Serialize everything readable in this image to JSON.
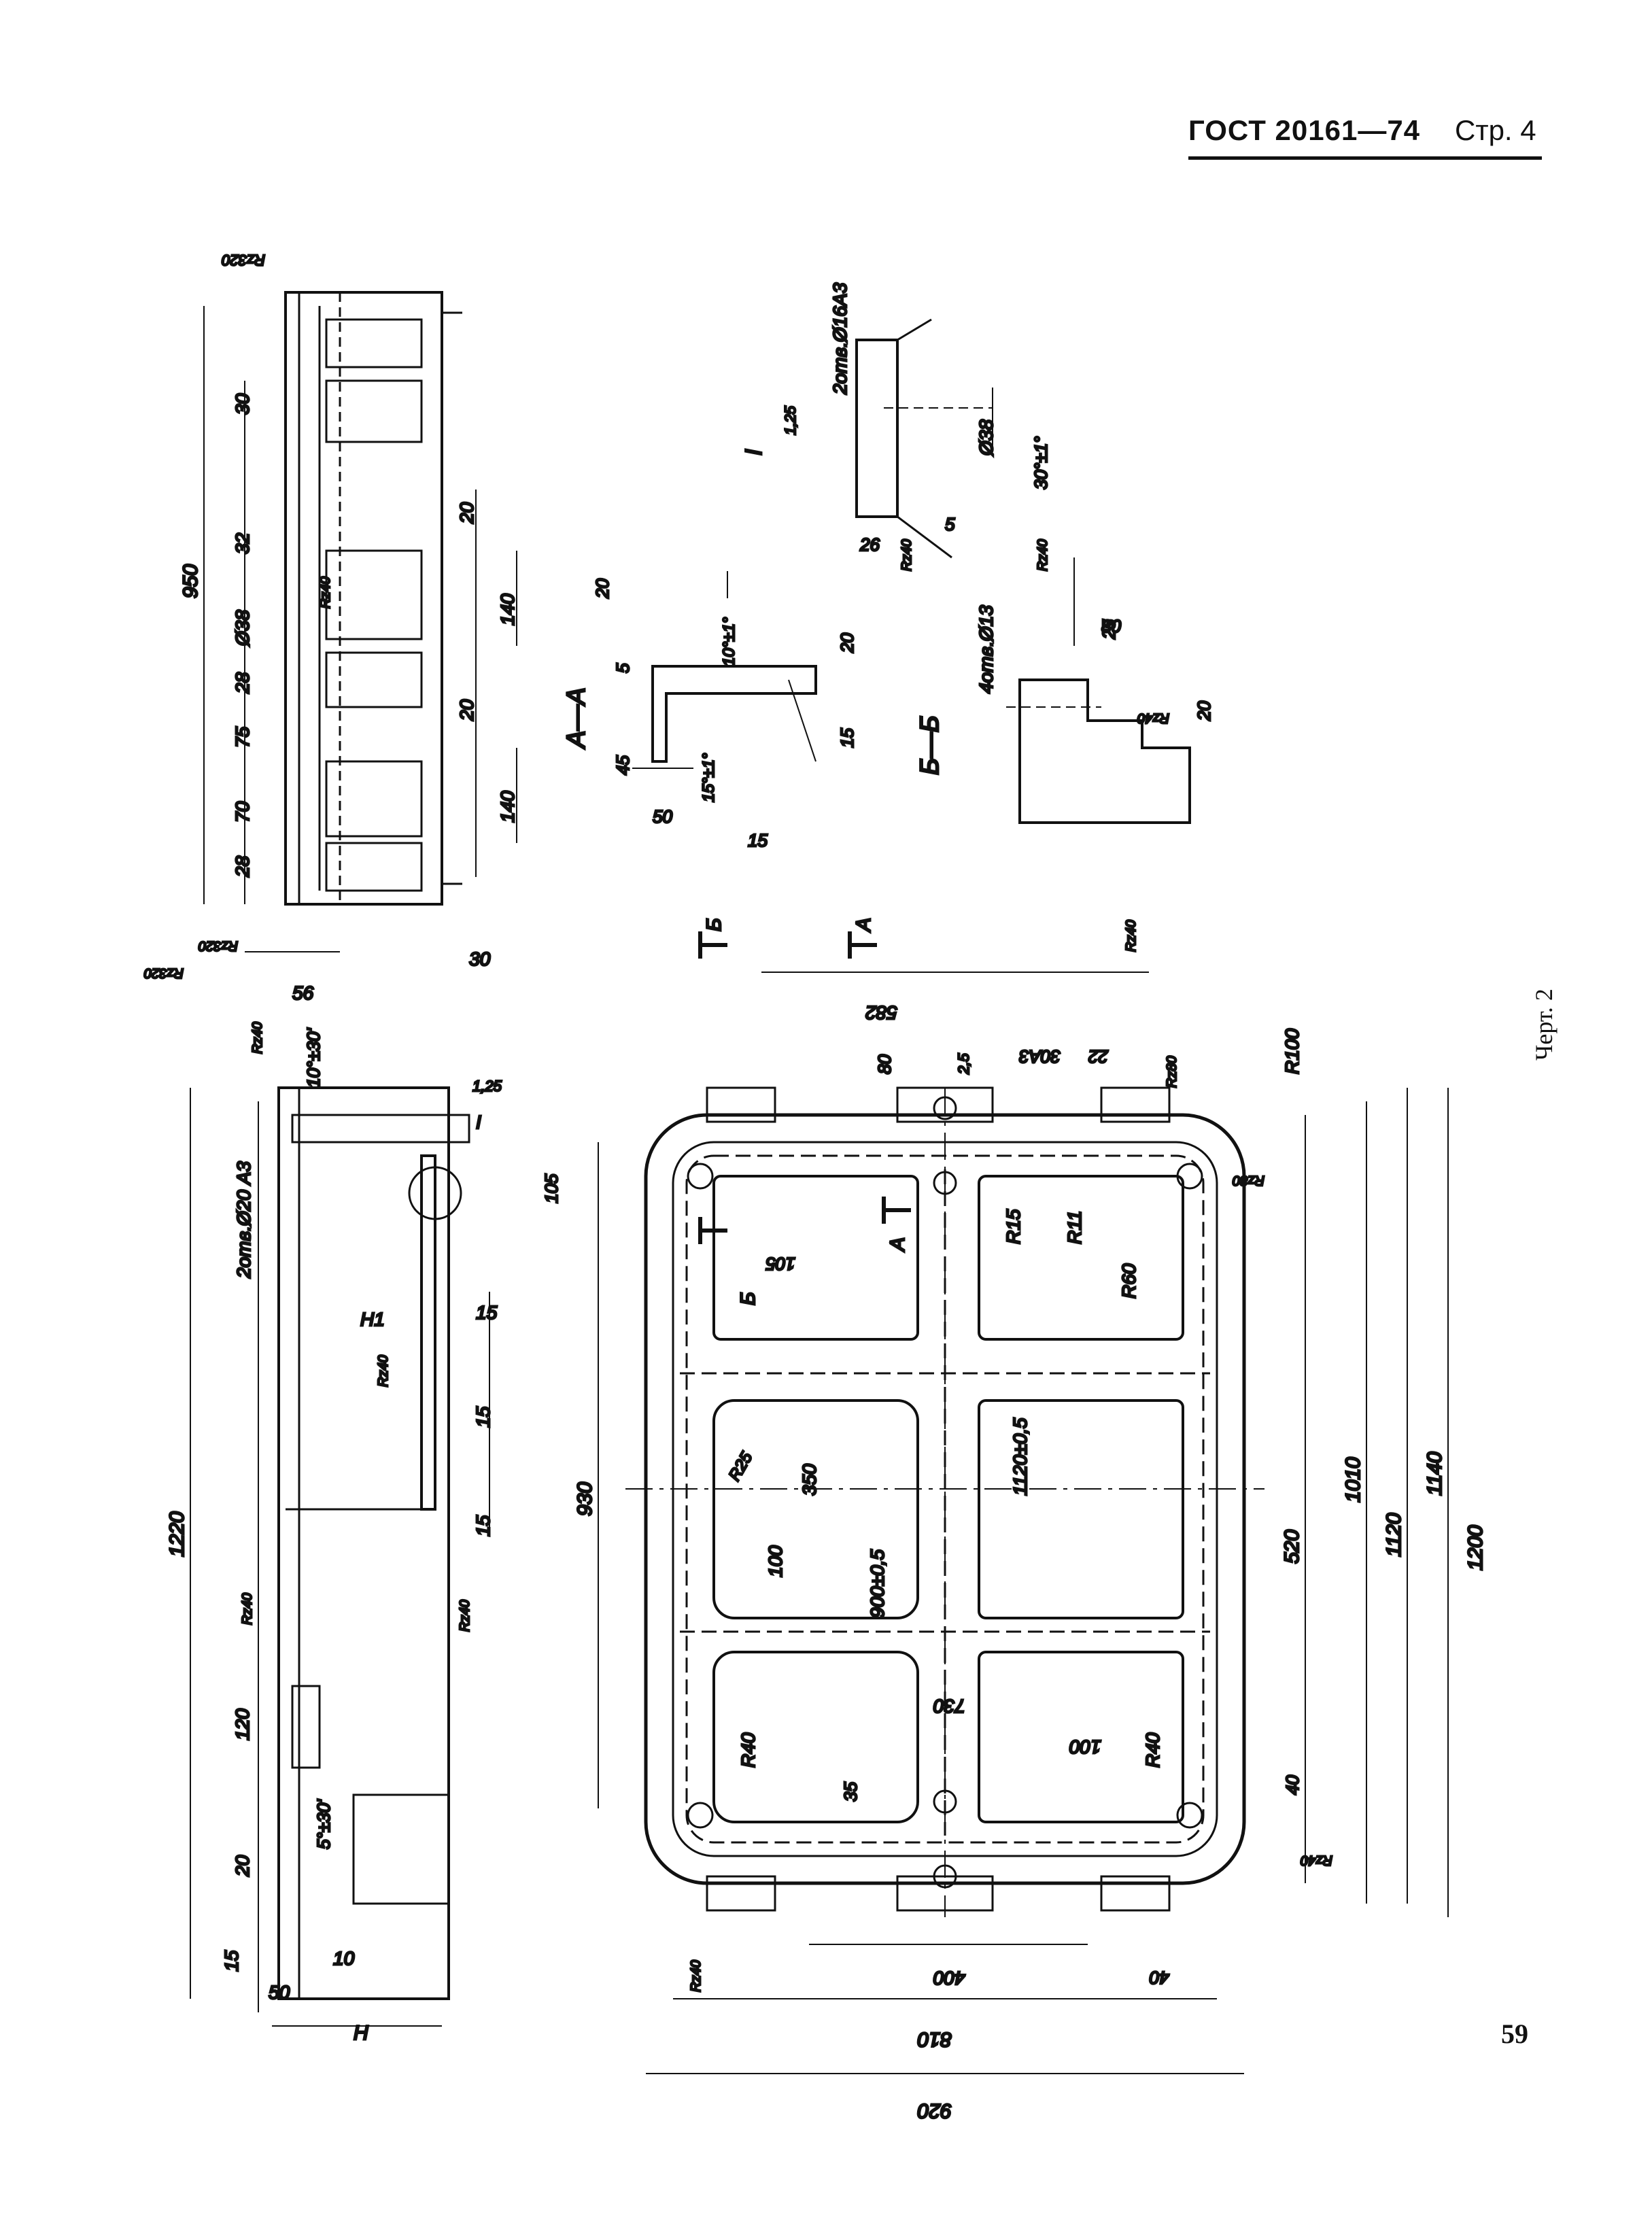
{
  "header": {
    "standard": "ГОСТ 20161—74",
    "page": "Стр. 4"
  },
  "figure_caption": "Черт. 2",
  "page_number": "59",
  "top_view_dims": [
    "950",
    "30",
    "32",
    "Ø38",
    "28",
    "75",
    "70",
    "28",
    "20",
    "140",
    "20",
    "140",
    "30",
    "56",
    "10°±30'"
  ],
  "left_view_dims": [
    "1220",
    "2отв.Ø20 А3",
    "120",
    "5°±30'",
    "20",
    "15",
    "50",
    "10",
    "Н",
    "Н1",
    "15",
    "15",
    "15",
    "I",
    "1,25"
  ],
  "section_aa": {
    "title": "А—А",
    "dims": [
      "20",
      "10°±1°",
      "5",
      "20",
      "45",
      "15°±1°",
      "50",
      "15",
      "15"
    ]
  },
  "detail_i": {
    "title": "I",
    "dims": [
      "2отв.Ø16А3",
      "1,25",
      "Ø38",
      "30°±1°",
      "26",
      "5"
    ]
  },
  "section_bb": {
    "title": "Б—Б",
    "dims": [
      "4отв.Ø13",
      "80",
      "25",
      "20"
    ]
  },
  "plan_view_dims": [
    "582",
    "80",
    "2,5",
    "30А3",
    "22",
    "R100",
    "105",
    "105",
    "R15",
    "R11",
    "R60",
    "930",
    "350",
    "100",
    "900±0,5",
    "1120±0,5",
    "520",
    "1010",
    "1120",
    "1140",
    "1200",
    "R25",
    "730",
    "100",
    "R40",
    "R40",
    "35",
    "40",
    "400",
    "40",
    "810",
    "920"
  ],
  "roughness_marks": [
    "Rz320",
    "Rz320",
    "Rz320",
    "Rz40",
    "Rz40",
    "Rz40",
    "Rz40",
    "Rz40",
    "Rz40",
    "Rz40",
    "Rz40",
    "Rz40",
    "Rz80",
    "Rz80",
    "Rz40",
    "Rz40"
  ],
  "section_markers": [
    "Б",
    "А",
    "А",
    "Б"
  ]
}
